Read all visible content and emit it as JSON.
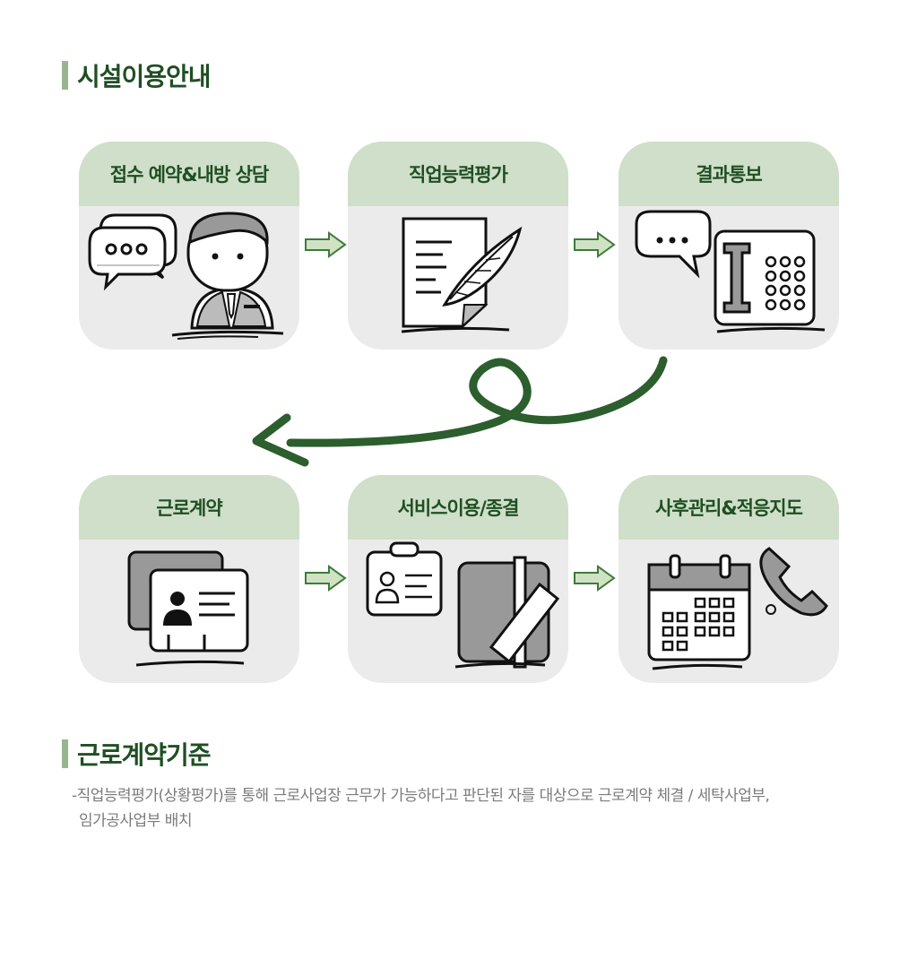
{
  "sections": {
    "facility_title": "시설이용안내",
    "contract_title": "근로계약기준"
  },
  "steps": [
    {
      "label": "접수 예약&내방 상담",
      "icon": "chat-and-counselor-icon"
    },
    {
      "label": "직업능력평가",
      "icon": "document-and-quill-icon"
    },
    {
      "label": "결과통보",
      "icon": "chat-and-telephone-icon"
    },
    {
      "label": "근로계약",
      "icon": "id-cards-icon"
    },
    {
      "label": "서비스이용/종결",
      "icon": "badge-and-notebook-icon"
    },
    {
      "label": "사후관리&적응지도",
      "icon": "calendar-and-phone-icon"
    }
  ],
  "description": {
    "line1": "-직업능력평가(상황평가)를 통해 근로사업장 근무가 가능하다고 판단된 자를 대상으로 근로계약 체결 / 세탁사업부,",
    "line2": "임가공사업부 배치"
  },
  "colors": {
    "title_text": "#1f4f24",
    "title_bar": "#98b68e",
    "card_header": "#cfdfc9",
    "card_body": "#ebebeb",
    "arrow_fill": "#cfe3c4",
    "swirl": "#2c5e2e",
    "description_text": "#7b7b7b"
  }
}
